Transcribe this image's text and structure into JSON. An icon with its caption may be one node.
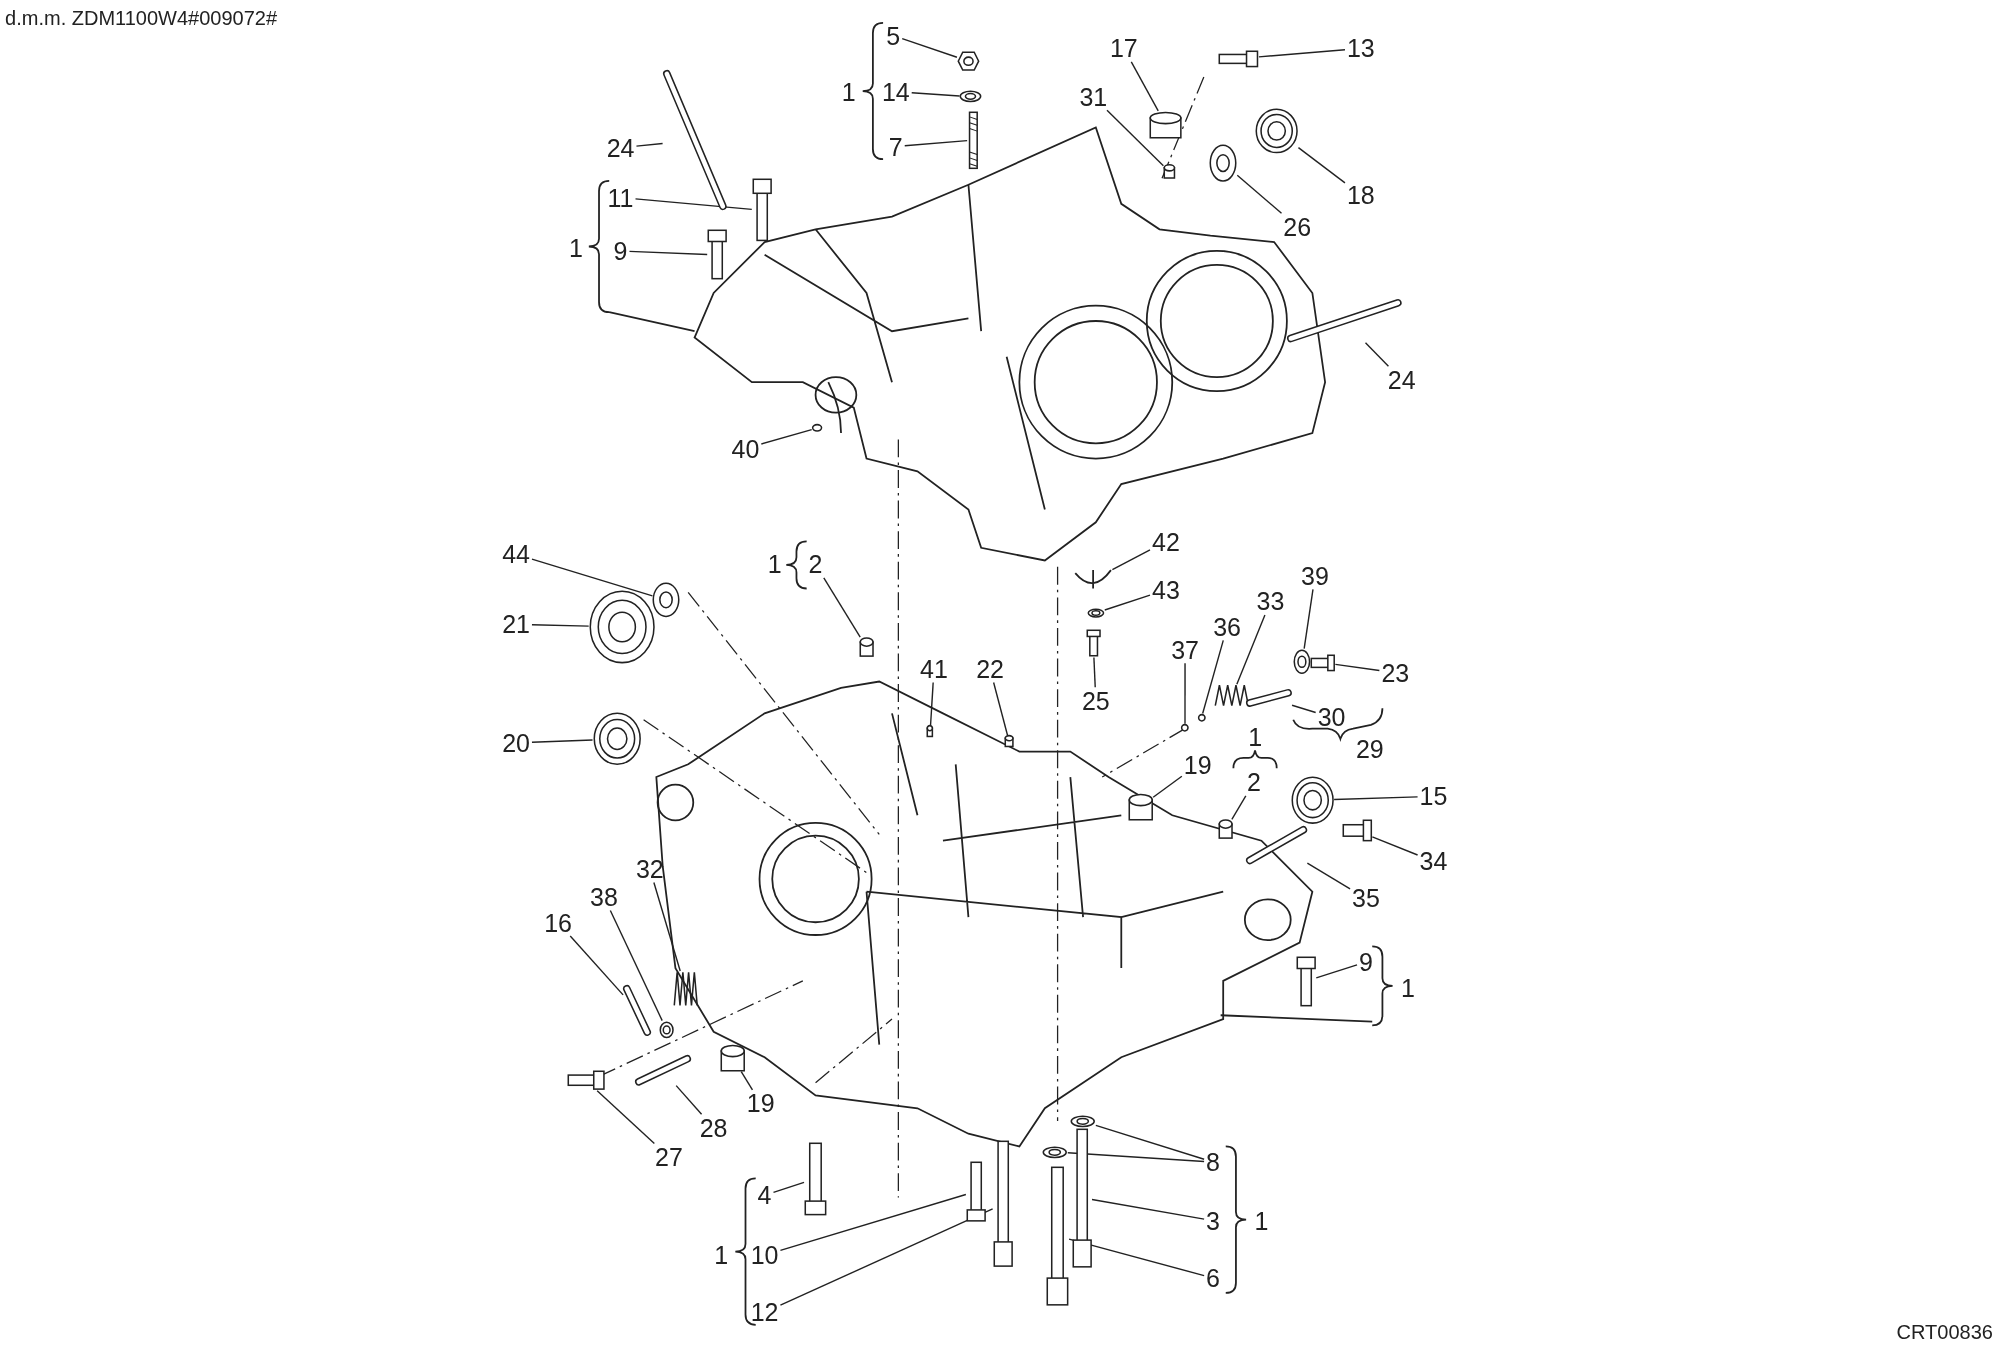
{
  "diagram": {
    "nodes": [
      {
        "text": [
          "5"
        ]
      },
      {
        "text": [],
        "shape": "picture"
      },
      {
        "text": [
          "14"
        ]
      },
      {
        "text": [],
        "shape": "picture"
      },
      {
        "text": [
          "7"
        ]
      },
      {
        "text": [],
        "shape": "picture"
      },
      {
        "text": [
          "17"
        ]
      },
      {
        "text": [],
        "shape": "cylinder"
      },
      {
        "text": [
          "13"
        ]
      },
      {
        "text": [],
        "shape": "picture"
      },
      {
        "text": [
          "31"
        ]
      },
      {
        "text": [],
        "shape": "cylinder"
      },
      {
        "text": [
          "18"
        ]
      },
      {
        "text": [],
        "shape": "picture"
      },
      {
        "text": [
          "26"
        ]
      },
      {
        "text": [],
        "shape": "picture"
      },
      {
        "text": [
          "24"
        ]
      },
      {
        "text": [],
        "shape": "picture"
      },
      {
        "text": [
          "11"
        ]
      },
      {
        "text": [],
        "shape": "picture"
      },
      {
        "text": [
          "9"
        ]
      },
      {
        "text": [],
        "shape": "picture"
      },
      {
        "text": [
          "24"
        ]
      },
      {
        "text": [],
        "shape": "picture"
      },
      {
        "text": [
          "40"
        ]
      },
      {
        "text": [],
        "shape": "circle"
      },
      {
        "text": [
          "42"
        ]
      },
      {
        "text": [],
        "shape": "picture"
      },
      {
        "text": [
          "43"
        ]
      },
      {
        "text": [],
        "shape": "picture"
      },
      {
        "text": [
          "25"
        ]
      },
      {
        "text": [],
        "shape": "picture"
      },
      {
        "text": [
          "44"
        ]
      },
      {
        "text": [],
        "shape": "picture"
      },
      {
        "text": [
          "21"
        ]
      },
      {
        "text": [],
        "shape": "picture"
      },
      {
        "text": [
          "20"
        ]
      },
      {
        "text": [],
        "shape": "picture"
      },
      {
        "text": [
          "2"
        ]
      },
      {
        "text": [],
        "shape": "cylinder"
      },
      {
        "text": [
          "41"
        ]
      },
      {
        "text": [],
        "shape": "cylinder"
      },
      {
        "text": [
          "22"
        ]
      },
      {
        "text": [],
        "shape": "cylinder"
      },
      {
        "text": [
          "37"
        ]
      },
      {
        "text": [],
        "shape": "circle"
      },
      {
        "text": [
          "36"
        ]
      },
      {
        "text": [],
        "shape": "circle"
      },
      {
        "text": [
          "33"
        ]
      },
      {
        "text": [],
        "shape": "picture"
      },
      {
        "text": [
          "39"
        ]
      },
      {
        "text": [],
        "shape": "picture"
      },
      {
        "text": [
          "23"
        ]
      },
      {
        "text": [],
        "shape": "picture"
      },
      {
        "text": [
          "30"
        ]
      },
      {
        "text": [],
        "shape": "picture"
      },
      {
        "text": [
          "19"
        ]
      },
      {
        "text": [],
        "shape": "cylinder"
      },
      {
        "text": [
          "2"
        ]
      },
      {
        "text": [],
        "shape": "cylinder"
      },
      {
        "text": [
          "15"
        ]
      },
      {
        "text": [],
        "shape": "picture"
      },
      {
        "text": [
          "34"
        ]
      },
      {
        "text": [],
        "shape": "picture"
      },
      {
        "text": [
          "35"
        ]
      },
      {
        "text": [],
        "shape": "picture"
      },
      {
        "text": [
          "9"
        ]
      },
      {
        "text": [],
        "shape": "picture"
      },
      {
        "text": [
          "16"
        ]
      },
      {
        "text": [],
        "shape": "picture"
      },
      {
        "text": [
          "38"
        ]
      },
      {
        "text": [],
        "shape": "picture"
      },
      {
        "text": [
          "32"
        ]
      },
      {
        "text": [],
        "shape": "picture"
      },
      {
        "text": [
          "27"
        ]
      },
      {
        "text": [],
        "shape": "picture"
      },
      {
        "text": [
          "28"
        ]
      },
      {
        "text": [],
        "shape": "picture"
      },
      {
        "text": [
          "19"
        ]
      },
      {
        "text": [],
        "shape": "cylinder"
      },
      {
        "text": [
          "4"
        ]
      },
      {
        "text": [],
        "shape": "picture"
      },
      {
        "text": [
          "10"
        ]
      },
      {
        "text": [],
        "shape": "picture"
      },
      {
        "text": [
          "12"
        ]
      },
      {
        "text": [],
        "shape": "picture"
      },
      {
        "text": [
          "8"
        ]
      },
      {
        "text": [],
        "shape": "picture"
      },
      {
        "text": [],
        "shape": "picture"
      },
      {
        "text": [
          "3"
        ]
      },
      {
        "text": [],
        "shape": "picture"
      },
      {
        "text": [
          "6"
        ]
      },
      {
        "text": [],
        "shape": "picture"
      }
    ],
    "edges": [
      {
        "from": 0,
        "to": 1,
        "arrow": "none"
      },
      {
        "from": 2,
        "to": 3,
        "arrow": "none"
      },
      {
        "from": 4,
        "to": 5,
        "arrow": "none"
      },
      {
        "from": 6,
        "to": 7,
        "arrow": "none"
      },
      {
        "from": 8,
        "to": 9,
        "arrow": "none"
      },
      {
        "from": 10,
        "to": 11,
        "arrow": "none"
      },
      {
        "from": 12,
        "to": 13,
        "arrow": "none"
      },
      {
        "from": 14,
        "to": 15,
        "arrow": "none"
      },
      {
        "from": 16,
        "to": 17,
        "arrow": "none"
      },
      {
        "from": 18,
        "to": 19,
        "arrow": "none"
      },
      {
        "from": 20,
        "to": 21,
        "arrow": "none"
      },
      {
        "from": 22,
        "to": 23,
        "arrow": "none"
      },
      {
        "from": 24,
        "to": 25,
        "arrow": "none"
      },
      {
        "from": 26,
        "to": 27,
        "arrow": "none"
      },
      {
        "from": 28,
        "to": 29,
        "arrow": "none"
      },
      {
        "from": 30,
        "to": 31,
        "arrow": "none"
      },
      {
        "from": 32,
        "to": 33,
        "arrow": "none"
      },
      {
        "from": 34,
        "to": 35,
        "arrow": "none"
      },
      {
        "from": 36,
        "to": 37,
        "arrow": "none"
      },
      {
        "from": 38,
        "to": 39,
        "arrow": "none"
      },
      {
        "from": 40,
        "to": 41,
        "arrow": "none"
      },
      {
        "from": 42,
        "to": 43,
        "arrow": "none"
      },
      {
        "from": 44,
        "to": 45,
        "arrow": "none"
      },
      {
        "from": 46,
        "to": 47,
        "arrow": "none"
      },
      {
        "from": 48,
        "to": 49,
        "arrow": "none"
      },
      {
        "from": 50,
        "to": 51,
        "arrow": "none"
      },
      {
        "from": 52,
        "to": 53,
        "arrow": "none"
      },
      {
        "from": 54,
        "to": 55,
        "arrow": "none"
      },
      {
        "from": 56,
        "to": 57,
        "arrow": "none"
      },
      {
        "from": 58,
        "to": 59,
        "arrow": "none"
      },
      {
        "from": 60,
        "to": 61,
        "arrow": "none"
      },
      {
        "from": 62,
        "to": 63,
        "arrow": "none"
      },
      {
        "from": 64,
        "to": 65,
        "arrow": "none"
      },
      {
        "from": 66,
        "to": 67,
        "arrow": "none"
      },
      {
        "from": 68,
        "to": 69,
        "arrow": "none"
      },
      {
        "from": 70,
        "to": 71,
        "arrow": "none"
      },
      {
        "from": 72,
        "to": 73,
        "arrow": "none"
      },
      {
        "from": 74,
        "to": 75,
        "arrow": "none"
      },
      {
        "from": 76,
        "to": 77,
        "arrow": "none"
      },
      {
        "from": 78,
        "to": 79,
        "arrow": "none"
      },
      {
        "from": 80,
        "to": 81,
        "arrow": "none"
      },
      {
        "from": 82,
        "to": 83,
        "arrow": "none"
      },
      {
        "from": 84,
        "to": 85,
        "arrow": "none"
      },
      {
        "from": 86,
        "to": 87,
        "arrow": "none"
      },
      {
        "from": 86,
        "to": 88,
        "arrow": "none"
      },
      {
        "from": 89,
        "to": 90,
        "arrow": "none"
      },
      {
        "from": 91,
        "to": 92,
        "arrow": "none"
      }
    ],
    "labels": [
      "d.m.m. ZDM1100W4#009072#",
      "1",
      "1",
      "1",
      "1",
      "29",
      "1",
      "1",
      "1",
      "CRT00836"
    ]
  }
}
